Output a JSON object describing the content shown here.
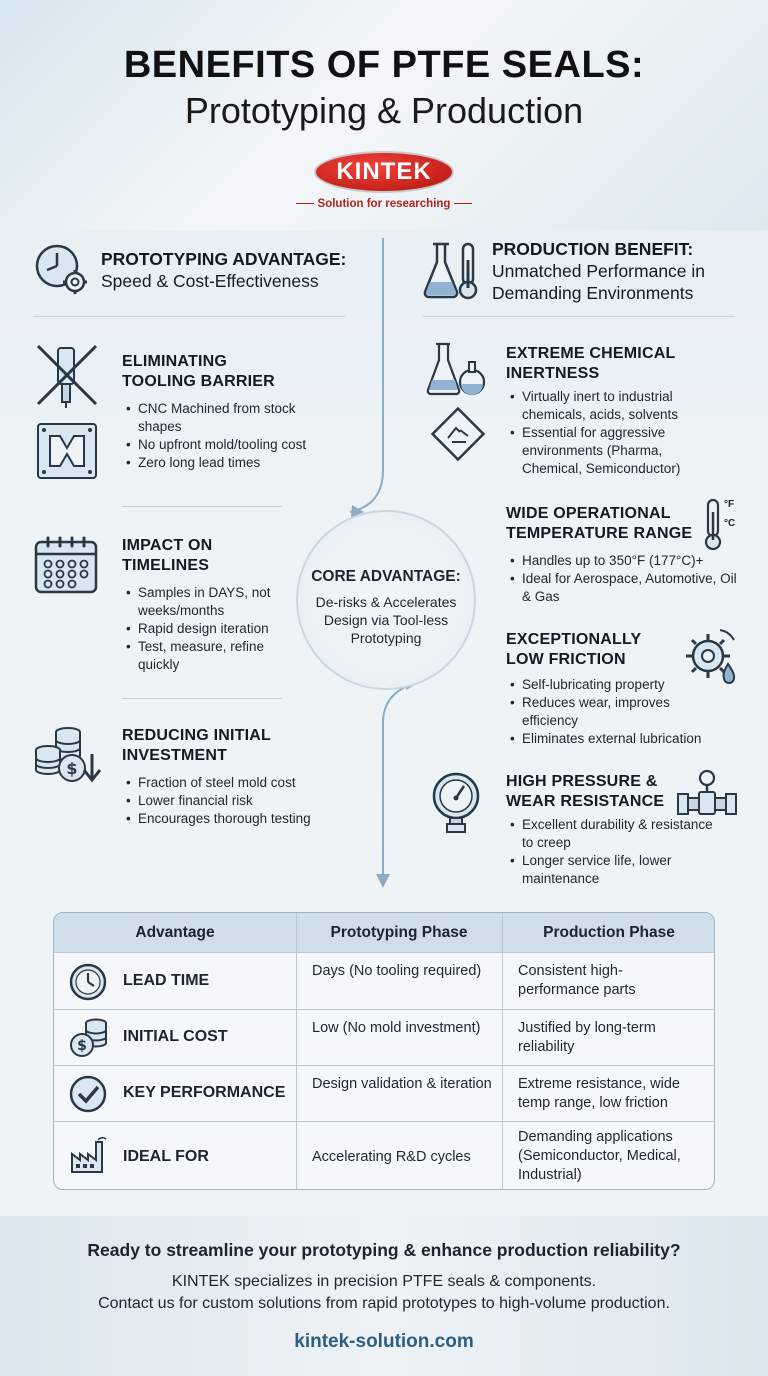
{
  "header": {
    "title_line1": "BENEFITS OF PTFE SEALS:",
    "title_line2": "Prototyping & Production",
    "logo_text": "KINTEK",
    "tagline": "Solution for researching"
  },
  "left": {
    "section_title": "PROTOTYPING ADVANTAGE:",
    "section_subtitle": "Speed & Cost-Effectiveness",
    "items": [
      {
        "title1": "ELIMINATING",
        "title2": "TOOLING BARRIER",
        "bullets": [
          "CNC Machined from stock shapes",
          "No upfront mold/tooling cost",
          "Zero long lead times"
        ]
      },
      {
        "title1": "IMPACT ON",
        "title2": "TIMELINES",
        "bullets": [
          "Samples in DAYS, not weeks/months",
          "Rapid design iteration",
          "Test, measure, refine quickly"
        ]
      },
      {
        "title1": "REDUCING INITIAL",
        "title2": "INVESTMENT",
        "bullets": [
          "Fraction of steel mold cost",
          "Lower financial risk",
          "Encourages thorough testing"
        ]
      }
    ]
  },
  "right": {
    "section_title": "PRODUCTION BENEFIT:",
    "section_subtitle1": "Unmatched Performance in",
    "section_subtitle2": "Demanding Environments",
    "items": [
      {
        "title1": "EXTREME CHEMICAL",
        "title2": "INERTNESS",
        "bullets": [
          "Virtually inert to industrial chemicals, acids, solvents",
          "Essential for aggressive environments (Pharma, Chemical, Semiconductor)"
        ]
      },
      {
        "title1": "WIDE OPERATIONAL",
        "title2": "TEMPERATURE RANGE",
        "bullets": [
          "Handles up to 350°F (177°C)+",
          "Ideal for Aerospace, Automotive, Oil & Gas"
        ]
      },
      {
        "title1": "EXCEPTIONALLY",
        "title2": "LOW FRICTION",
        "bullets": [
          "Self-lubricating property",
          "Reduces wear, improves efficiency",
          "Eliminates external lubrication"
        ]
      },
      {
        "title1": "HIGH PRESSURE &",
        "title2": "WEAR RESISTANCE",
        "bullets": [
          "Excellent durability & resistance to creep",
          "Longer service life, lower maintenance"
        ]
      }
    ],
    "thermo_f": "°F",
    "thermo_c": "°C"
  },
  "core": {
    "title": "CORE ADVANTAGE:",
    "text": "De-risks & Accelerates Design via Tool-less Prototyping"
  },
  "table": {
    "headers": [
      "Advantage",
      "Prototyping Phase",
      "Production Phase"
    ],
    "rows": [
      {
        "label": "LEAD TIME",
        "icon": "clock-icon",
        "proto": "Days (No tooling required)",
        "prod": "Consistent high-performance parts"
      },
      {
        "label": "INITIAL COST",
        "icon": "coins-icon",
        "proto": "Low (No mold investment)",
        "prod": "Justified by long-term reliability"
      },
      {
        "label": "KEY PERFORMANCE",
        "icon": "checkmark-icon",
        "proto": "Design validation & iteration",
        "prod": "Extreme resistance, wide temp range, low friction"
      },
      {
        "label": "IDEAL FOR",
        "icon": "factory-icon",
        "proto": "Accelerating R&D cycles",
        "prod": "Demanding applications (Semiconductor, Medical, Industrial)"
      }
    ]
  },
  "footer": {
    "headline": "Ready to streamline your prototyping & enhance production reliability?",
    "line1": "KINTEK specializes in precision PTFE seals & components.",
    "line2": "Contact us for custom solutions from rapid prototypes to high-volume production.",
    "url": "kintek-solution.com"
  },
  "colors": {
    "accent_blue": "#7f9fb8",
    "logo_red": "#c7211b",
    "url_blue": "#2b5f85"
  }
}
